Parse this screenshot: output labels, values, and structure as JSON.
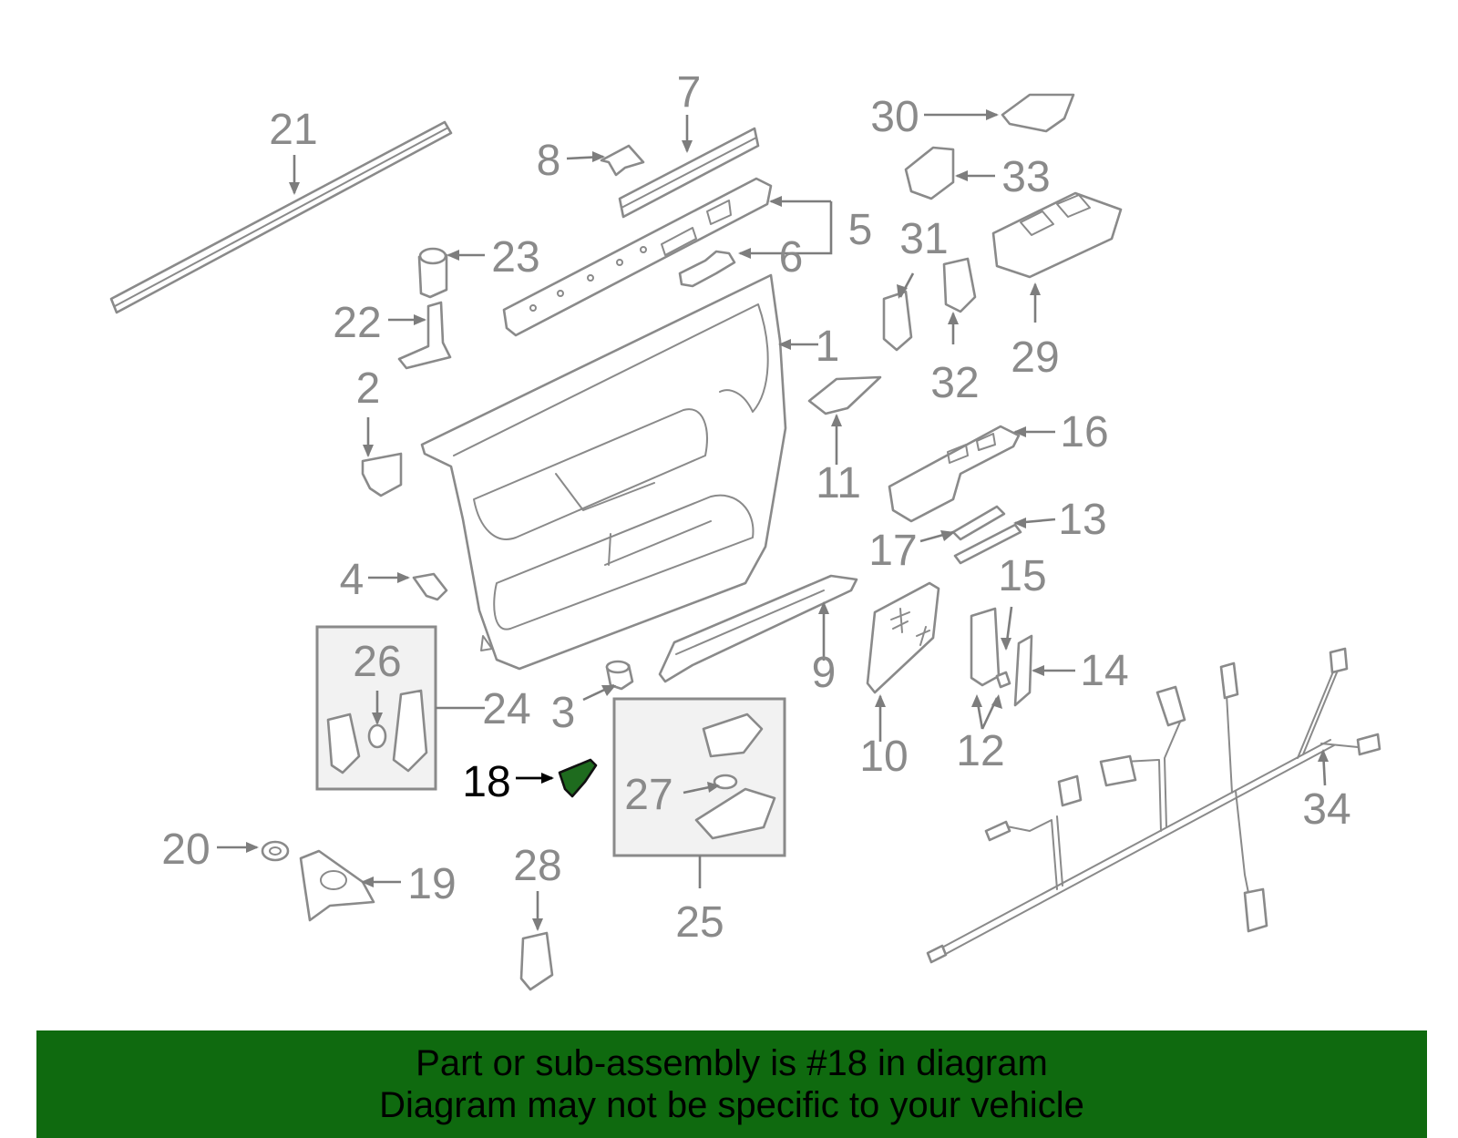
{
  "highlight": {
    "part": "18",
    "color": "#1e6b1e"
  },
  "callouts": [
    "1",
    "2",
    "3",
    "4",
    "5",
    "6",
    "7",
    "8",
    "9",
    "10",
    "11",
    "12",
    "13",
    "14",
    "15",
    "16",
    "17",
    "18",
    "19",
    "20",
    "21",
    "22",
    "23",
    "24",
    "25",
    "26",
    "27",
    "28",
    "29",
    "30",
    "31",
    "32",
    "33",
    "34"
  ],
  "banner": {
    "line1": "Part or sub-assembly is #18 in diagram",
    "line2": "Diagram may not be specific to your vehicle",
    "background": "#0f6a0f"
  }
}
